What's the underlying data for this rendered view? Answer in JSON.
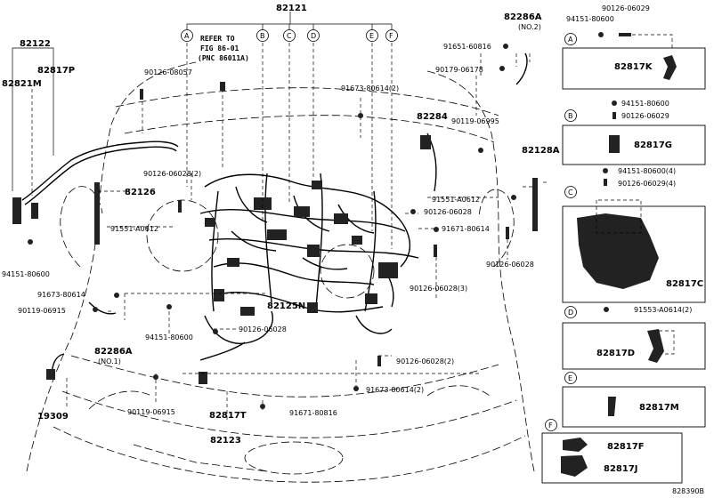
{
  "diagram_code": "828390B",
  "refer_note": [
    "REFER TO",
    "FIG 86-01",
    "(PNC 86011A)"
  ],
  "letters": [
    "A",
    "B",
    "C",
    "D",
    "E",
    "F"
  ],
  "labels_main": [
    {
      "id": "l82121",
      "text": "82121",
      "big": true
    },
    {
      "id": "l82122",
      "text": "82122",
      "big": true
    },
    {
      "id": "l82817P",
      "text": "82817P",
      "big": true
    },
    {
      "id": "l82821M",
      "text": "82821M",
      "big": true
    },
    {
      "id": "l82286A2",
      "text": "82286A",
      "big": true
    },
    {
      "id": "l82286A2n",
      "text": "(NO.2)",
      "big": false
    },
    {
      "id": "l82284",
      "text": "82284",
      "big": true
    },
    {
      "id": "l82128A",
      "text": "82128A",
      "big": true
    },
    {
      "id": "l82126",
      "text": "82126",
      "big": true
    },
    {
      "id": "l82125N",
      "text": "82125N",
      "big": true
    },
    {
      "id": "l82286A1",
      "text": "82286A",
      "big": true
    },
    {
      "id": "l82286A1n",
      "text": "(NO.1)",
      "big": false
    },
    {
      "id": "l82817T",
      "text": "82817T",
      "big": true
    },
    {
      "id": "l82123",
      "text": "82123",
      "big": true
    },
    {
      "id": "l19309",
      "text": "19309",
      "big": true
    },
    {
      "id": "p1",
      "text": "90126-08057",
      "big": false
    },
    {
      "id": "p2",
      "text": "91651-60816",
      "big": false
    },
    {
      "id": "p3",
      "text": "90179-06178",
      "big": false
    },
    {
      "id": "p4",
      "text": "91673-80614(2)",
      "big": false
    },
    {
      "id": "p5",
      "text": "90119-06995",
      "big": false
    },
    {
      "id": "p6",
      "text": "90126-06028(2)",
      "big": false
    },
    {
      "id": "p7",
      "text": "91551-A0612",
      "big": false
    },
    {
      "id": "p8",
      "text": "90126-06028",
      "big": false
    },
    {
      "id": "p9",
      "text": "91551-A0612",
      "big": false
    },
    {
      "id": "p10",
      "text": "91671-80614",
      "big": false
    },
    {
      "id": "p11",
      "text": "90126-06028",
      "big": false
    },
    {
      "id": "p12",
      "text": "94151-80600",
      "big": false
    },
    {
      "id": "p13",
      "text": "90126-06028(3)",
      "big": false
    },
    {
      "id": "p14",
      "text": "91673-80614",
      "big": false
    },
    {
      "id": "p15",
      "text": "90119-06915",
      "big": false
    },
    {
      "id": "p16",
      "text": "94151-80600",
      "big": false
    },
    {
      "id": "p17",
      "text": "90126-06028",
      "big": false
    },
    {
      "id": "p18",
      "text": "90126-06028(2)",
      "big": false
    },
    {
      "id": "p19",
      "text": "90119-06915",
      "big": false
    },
    {
      "id": "p20",
      "text": "91673-80614(2)",
      "big": false
    },
    {
      "id": "p21",
      "text": "91671-80816",
      "big": false
    }
  ],
  "panels": {
    "A": {
      "top": [
        "90126-06029",
        "94151-80600"
      ],
      "part": "82817K"
    },
    "B": {
      "top": [
        "94151-80600",
        "90126-06029"
      ],
      "part": "82817G"
    },
    "C": {
      "top": [
        "94151-80600(4)",
        "90126-06029(4)"
      ],
      "part": "82817C"
    },
    "D": {
      "top": [
        "91553-A0614(2)"
      ],
      "part": "82817D"
    },
    "E": {
      "top": [],
      "part": "82817M"
    },
    "F": {
      "top": [],
      "parts": [
        "82817F",
        "82817J"
      ]
    }
  }
}
